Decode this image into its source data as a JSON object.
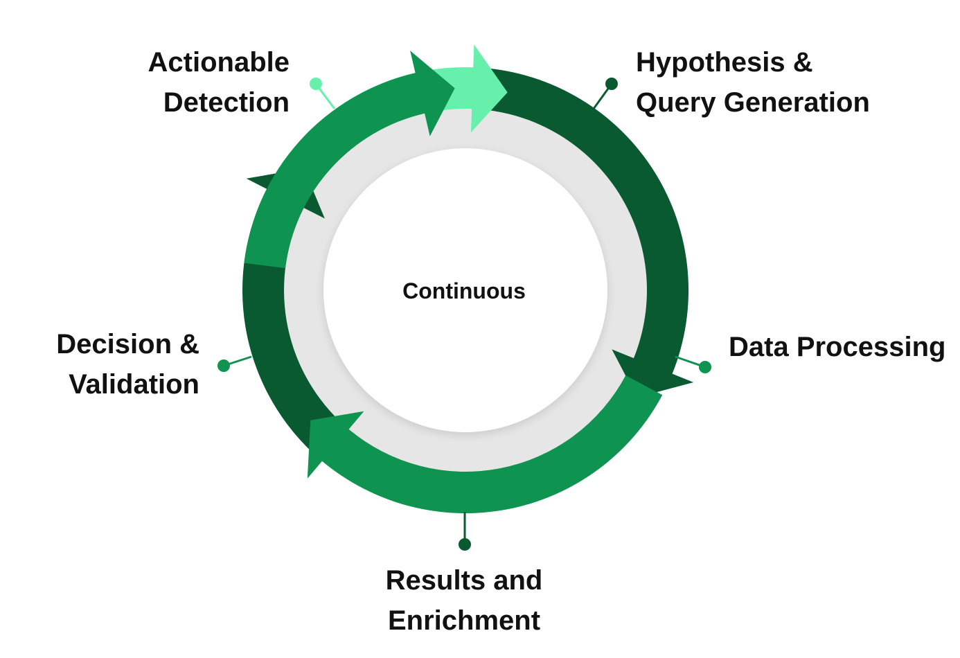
{
  "diagram": {
    "center_label": "Continuous",
    "colors": {
      "light_green": "#66f0ac",
      "medium_green": "#0f9350",
      "dark_green": "#095a31",
      "ring_gray": "#e6e6e6",
      "center_white": "#ffffff",
      "text": "#111111"
    },
    "steps": [
      {
        "id": "hypothesis",
        "lines": [
          "Hypothesis &",
          "Query Generation"
        ],
        "color": "#095a31"
      },
      {
        "id": "data-processing",
        "lines": [
          "Data Processing"
        ],
        "color": "#0f9350"
      },
      {
        "id": "results",
        "lines": [
          "Results and",
          "Enrichment"
        ],
        "color": "#095a31"
      },
      {
        "id": "decision",
        "lines": [
          "Decision &",
          "Validation"
        ],
        "color": "#0f9350"
      },
      {
        "id": "actionable",
        "lines": [
          "Actionable",
          "Detection"
        ],
        "color": "#66f0ac"
      }
    ]
  }
}
